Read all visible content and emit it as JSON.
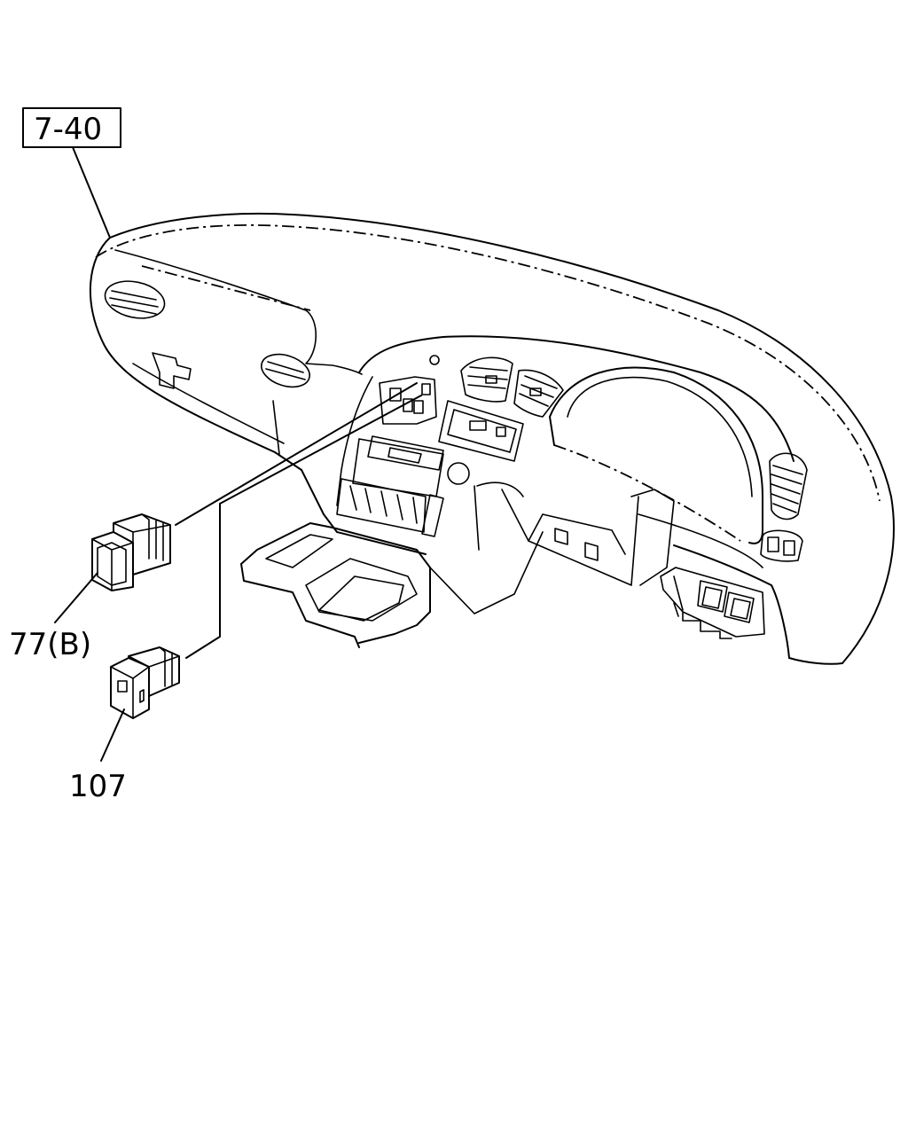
{
  "callouts": {
    "ref_box": "7-40",
    "part_switch_a": "77(B)",
    "part_switch_b": "107"
  },
  "colors": {
    "ink": "#000000",
    "paper": "#ffffff"
  }
}
